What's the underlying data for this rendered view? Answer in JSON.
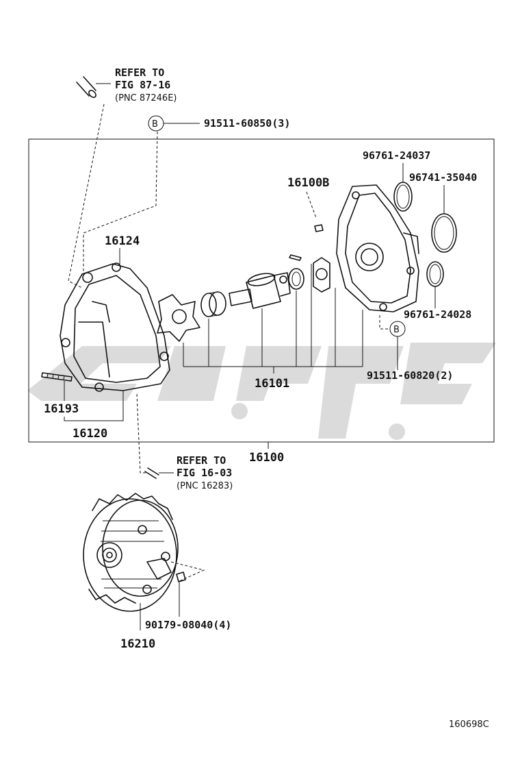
{
  "refs": {
    "top": {
      "line1": "REFER TO",
      "line2": "FIG 87-16",
      "line3": "(PNC 87246E)"
    },
    "middle": {
      "line1": "REFER TO",
      "line2": "FIG 16-03",
      "line3": "(PNC 16283)"
    }
  },
  "markers": {
    "b": "B"
  },
  "parts": {
    "p91511_60850": "91511-60850(3)",
    "p96761_24037": "96761-24037",
    "p96741_35040": "96741-35040",
    "p16100B": "16100B",
    "p16124": "16124",
    "p96761_24028": "96761-24028",
    "p91511_60820": "91511-60820(2)",
    "p16193": "16193",
    "p16101": "16101",
    "p16120": "16120",
    "p16100": "16100",
    "p90179_08040": "90179-08040(4)",
    "p16210": "16210"
  },
  "figure_code": "160698C"
}
